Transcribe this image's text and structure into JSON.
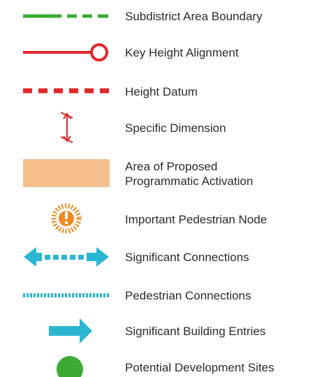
{
  "legend": {
    "items": [
      {
        "symbol": "subdistrict-boundary-line",
        "label": "Subdistrict Area Boundary",
        "color": "#3aaa35"
      },
      {
        "symbol": "key-height-alignment-line",
        "label": "Key Height Alignment",
        "color": "#e3262a"
      },
      {
        "symbol": "height-datum-line",
        "label": "Height Datum",
        "color": "#e3262a"
      },
      {
        "symbol": "specific-dimension-marker",
        "label": "Specific Dimension",
        "color": "#d9262b"
      },
      {
        "symbol": "activation-area-swatch",
        "label_lines": [
          "Area of Proposed",
          "Programmatic Activation"
        ],
        "color": "#f5c08d"
      },
      {
        "symbol": "pedestrian-node-icon",
        "label": "Important Pedestrian Node",
        "color": "#f08a1c"
      },
      {
        "symbol": "significant-connection-arrow",
        "label": "Significant Connections",
        "color": "#2ab6d2"
      },
      {
        "symbol": "pedestrian-connection-line",
        "label": "Pedestrian Connections",
        "color": "#2ab6d2"
      },
      {
        "symbol": "building-entry-arrow",
        "label": "Significant Building Entries",
        "color": "#2ab6d2"
      },
      {
        "symbol": "development-site-dot",
        "label": "Potential Development Sites",
        "color": "#3aaa35"
      }
    ]
  }
}
